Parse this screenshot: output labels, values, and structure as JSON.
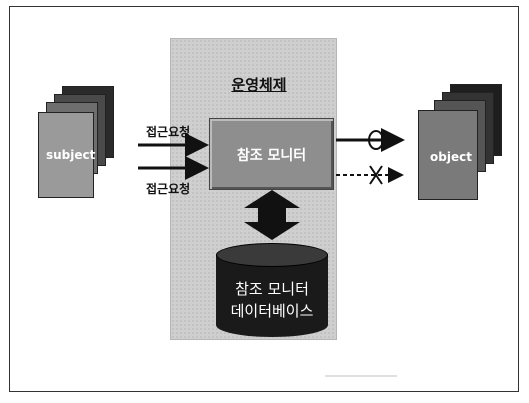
{
  "os": {
    "title": "운영체제"
  },
  "reference_monitor": {
    "label": "참조 모니터"
  },
  "database": {
    "line1": "참조 모니터",
    "line2": "데이터베이스"
  },
  "subject": {
    "label": "subject"
  },
  "object": {
    "label": "object"
  },
  "access_requests": [
    {
      "label": "접근요청"
    },
    {
      "label": "접근요청"
    }
  ],
  "results": [
    {
      "symbol": "O",
      "meaning": "allowed"
    },
    {
      "symbol": "X",
      "meaning": "denied"
    }
  ]
}
